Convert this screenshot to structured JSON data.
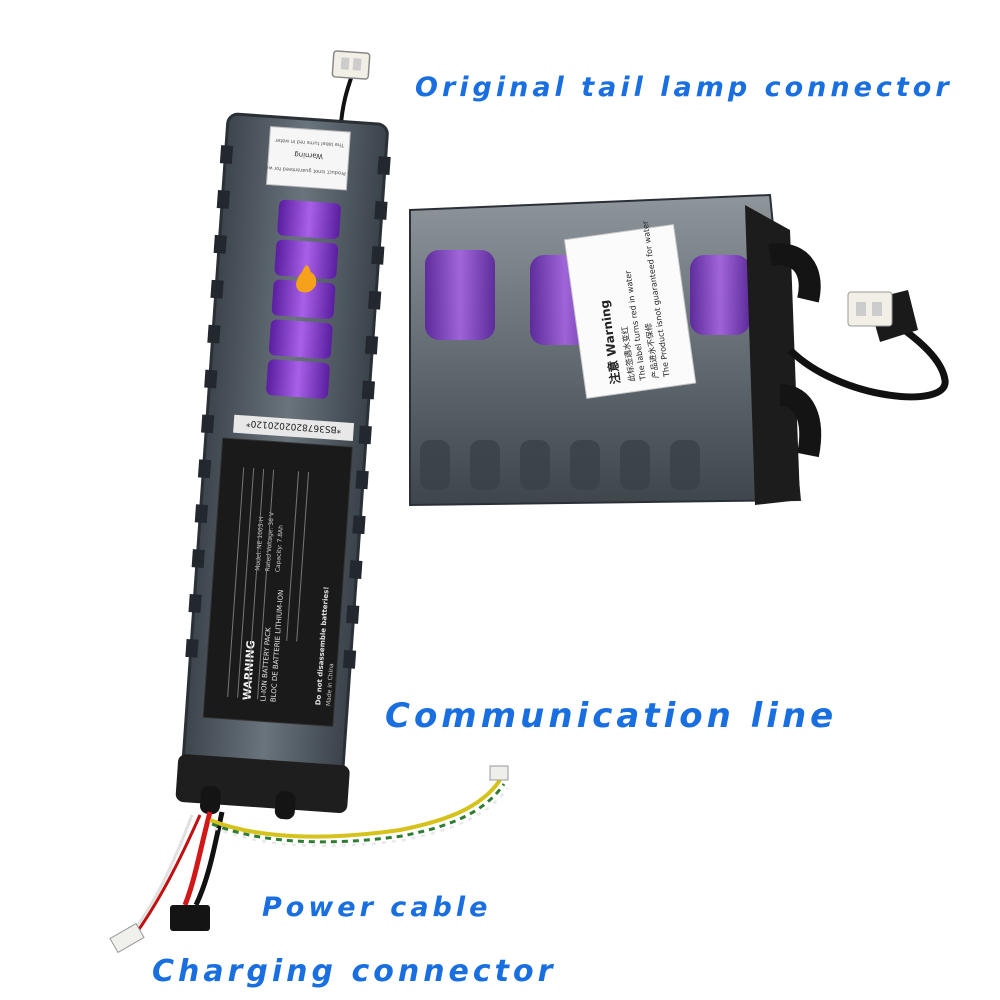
{
  "annotations": {
    "tail_lamp": "Original tail lamp connector",
    "communication": "Communication line",
    "power": "Power cable",
    "charging": "Charging connector"
  },
  "pack_label": {
    "warning_title": "WARNING",
    "line1": "LI-ION BATTERY PACK",
    "line2": "BLOC DE BATTERIE LITHIUM-ION",
    "notice": "Do not disassemble batteries!",
    "made_in": "Made in China",
    "model": "Model: NE 1003-H",
    "rated_voltage": "Rated Voltage: 36 V",
    "capacity": "Capacity: 7.8Ah",
    "serial": "*BS3678202020120*"
  },
  "water_label": {
    "cn_title": "注意",
    "en_title": "Warning",
    "cn_line1": "此标签遇水变红",
    "en_line1": "The label turns red in water",
    "cn_line2": "产品进水不保修",
    "en_line2": "The Product isnot guaranteed for water"
  },
  "colors": {
    "annotation": "#1a6fe0",
    "cell_purple": "#7a2fc8",
    "label_black": "#1a1a1a",
    "wrap_gray": "#4a5560"
  }
}
